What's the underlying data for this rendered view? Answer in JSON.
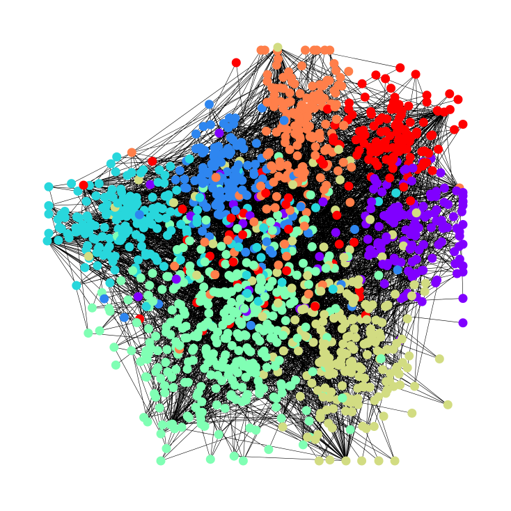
{
  "figure": {
    "background": "#ffffff",
    "edge_color": "#000000",
    "node_style": "filled-circle"
  },
  "communities": [
    {
      "id": "red",
      "color": "#ff0000"
    },
    {
      "id": "orange",
      "color": "#ff7f4a"
    },
    {
      "id": "olive",
      "color": "#d2dc82"
    },
    {
      "id": "mint",
      "color": "#80ffb4"
    },
    {
      "id": "cyan",
      "color": "#28d7dc"
    },
    {
      "id": "blue",
      "color": "#2e86f0"
    },
    {
      "id": "violet",
      "color": "#8000ff"
    }
  ]
}
